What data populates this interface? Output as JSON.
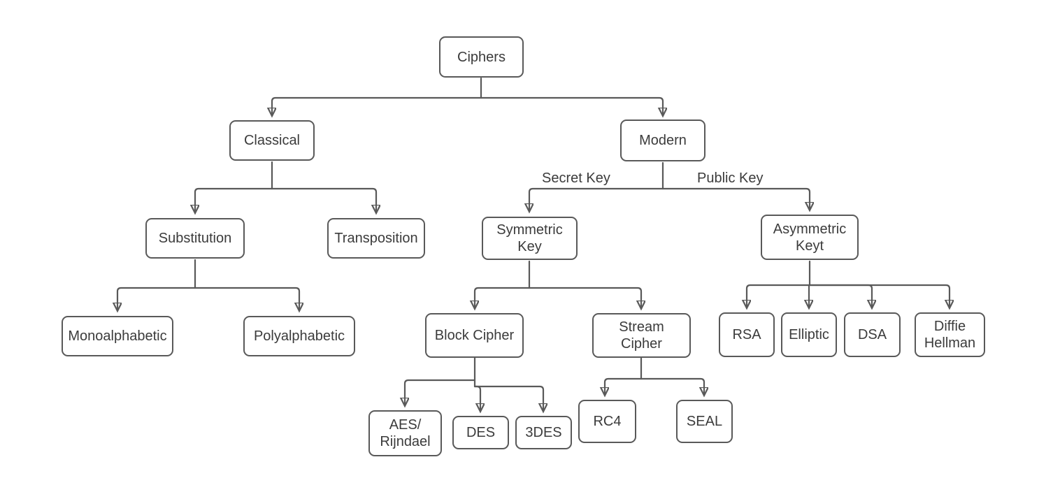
{
  "diagram": {
    "nodes": {
      "ciphers": {
        "label": "Ciphers"
      },
      "classical": {
        "label": "Classical"
      },
      "modern": {
        "label": "Modern"
      },
      "substitution": {
        "label": "Substitution"
      },
      "transposition": {
        "label": "Transposition"
      },
      "symmetric_key": {
        "label": "Symmetric Key"
      },
      "asymmetric_key": {
        "label": "Asymmetric Keyt"
      },
      "monoalphabetic": {
        "label": "Monoalphabetic"
      },
      "polyalphabetic": {
        "label": "Polyalphabetic"
      },
      "block_cipher": {
        "label": "Block Cipher"
      },
      "stream_cipher": {
        "label": "Stream Cipher"
      },
      "rsa": {
        "label": "RSA"
      },
      "elliptic": {
        "label": "Elliptic"
      },
      "dsa": {
        "label": "DSA"
      },
      "diffie_hellman": {
        "label": "Diffie Hellman"
      },
      "aes_rijndael": {
        "label": "AES/ Rijndael"
      },
      "des": {
        "label": "DES"
      },
      "tdes": {
        "label": "3DES"
      },
      "rc4": {
        "label": "RC4"
      },
      "seal": {
        "label": "SEAL"
      }
    },
    "edge_labels": {
      "secret_key": "Secret Key",
      "public_key": "Public Key"
    },
    "hierarchy": {
      "root": "Ciphers",
      "children": [
        {
          "label": "Classical",
          "children": [
            {
              "label": "Substitution",
              "children": [
                {
                  "label": "Monoalphabetic"
                },
                {
                  "label": "Polyalphabetic"
                }
              ]
            },
            {
              "label": "Transposition"
            }
          ]
        },
        {
          "label": "Modern",
          "children": [
            {
              "label": "Symmetric Key",
              "edge_label": "Secret Key",
              "children": [
                {
                  "label": "Block Cipher",
                  "children": [
                    {
                      "label": "AES/ Rijndael"
                    },
                    {
                      "label": "DES"
                    },
                    {
                      "label": "3DES"
                    }
                  ]
                },
                {
                  "label": "Stream Cipher",
                  "children": [
                    {
                      "label": "RC4"
                    },
                    {
                      "label": "SEAL"
                    }
                  ]
                }
              ]
            },
            {
              "label": "Asymmetric Keyt",
              "edge_label": "Public Key",
              "children": [
                {
                  "label": "RSA"
                },
                {
                  "label": "Elliptic"
                },
                {
                  "label": "DSA"
                },
                {
                  "label": "Diffie Hellman"
                }
              ]
            }
          ]
        }
      ]
    },
    "colors": {
      "line": "#595959",
      "box_border": "#595959",
      "box_fill": "#ffffff",
      "text": "#3b3b3b",
      "background": "#ffffff"
    }
  }
}
